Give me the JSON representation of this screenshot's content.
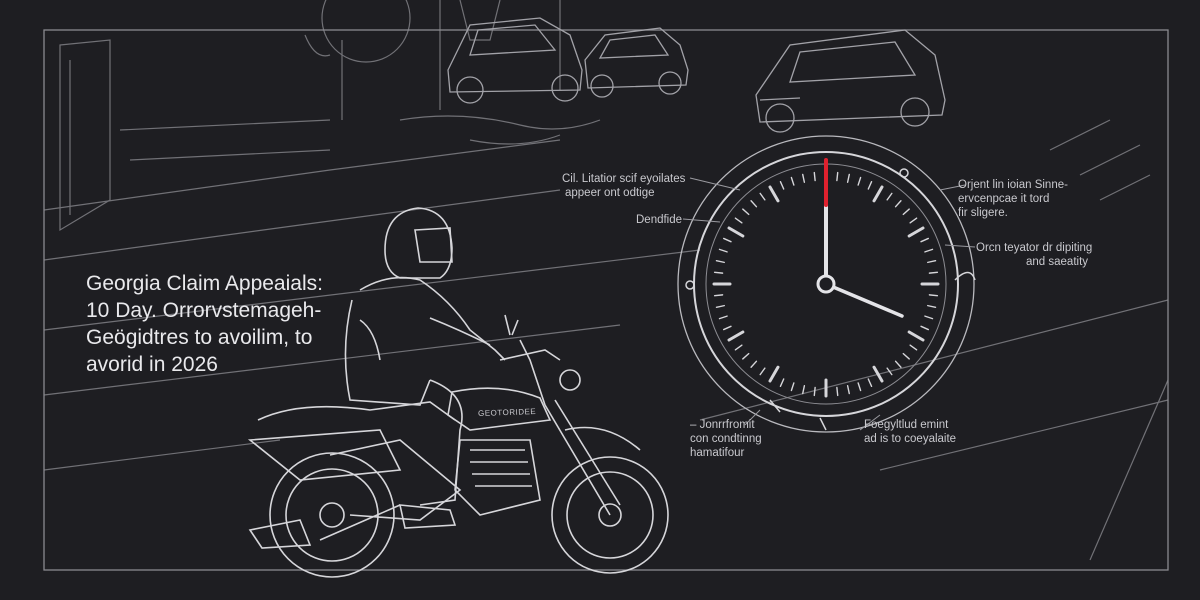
{
  "headline": {
    "line1": "Georgia Claim Appeaials:",
    "line2": "10 Day. Orrorvstemageh-",
    "line3": "Geögidtres to avoilim, to",
    "line4": "avorid in 2026"
  },
  "annotations": {
    "top_left_1": "Cil. Litatior scif eyoilates",
    "top_left_2": "appeer ont odtige",
    "left_mid": "Dendfide",
    "top_right_1": "Orjent lin ioian Sinne-",
    "top_right_2": "ervcenpcae it tord",
    "top_right_3": "fir sligere.",
    "right_mid_1": "Orcn teyator dr dipiting",
    "right_mid_2": "and saeatity",
    "bottom_left_1": "– Jonrrfromit",
    "bottom_left_2": "con condtinng",
    "bottom_left_3": "hamatifour",
    "bottom_right_1": "Foegyltlud emint",
    "bottom_right_2": "ad is to coeyalaite"
  },
  "motorcycle": {
    "tank_label": "GEOTORIDEE"
  },
  "colors": {
    "background": "#1e1e22",
    "line": "#d6d6da",
    "clock_hand_accent": "#e0212e"
  },
  "icons": {
    "clock": "analog-clock-icon",
    "rider": "motorcycle-rider-illustration",
    "cars": "car-sketch"
  }
}
